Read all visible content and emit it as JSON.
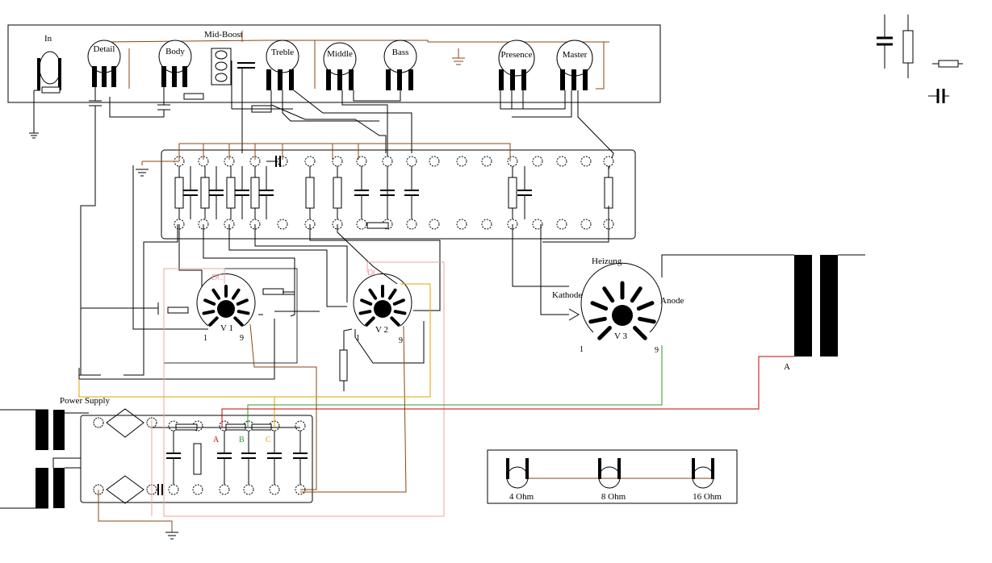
{
  "colors": {
    "wire": "#000000",
    "ground_wire": "#8b4513",
    "b_plus_a": "#cc0000",
    "b_plus_b": "#2e9a2e",
    "b_plus_c": "#e0a000",
    "dc_heater": "#f0a0a0",
    "background": "#ffffff"
  },
  "panel": {
    "input_label": "In",
    "mid_boost_label": "Mid-Boost",
    "pots": {
      "detail": "Detail",
      "body": "Body",
      "treble": "Treble",
      "middle": "Middle",
      "bass": "Bass",
      "presence": "Presence",
      "master": "Master"
    }
  },
  "tubes": {
    "v1": {
      "name": "V 1",
      "pin_first": "1",
      "pin_last": "9",
      "dc_label": "DC"
    },
    "v2": {
      "name": "V 2",
      "pin_first": "1",
      "pin_last": "9",
      "dc_label": "DC"
    },
    "v3": {
      "name": "V 3",
      "pin_first": "1",
      "pin_last": "9",
      "heater_label": "Heizung",
      "cathode_label": "Kathode",
      "anode_label": "Anode"
    }
  },
  "output_transformer": {
    "anode_label": "A"
  },
  "power_supply": {
    "title": "Power Supply",
    "tap_a": "A",
    "tap_b": "B",
    "tap_c": "C"
  },
  "speaker_output": {
    "jacks": [
      "4 Ohm",
      "8 Ohm",
      "16 Ohm"
    ]
  },
  "legend_icons": [
    "capacitor-icon",
    "resistor-icon",
    "resistor-horizontal-icon",
    "capacitor-horizontal-icon"
  ]
}
